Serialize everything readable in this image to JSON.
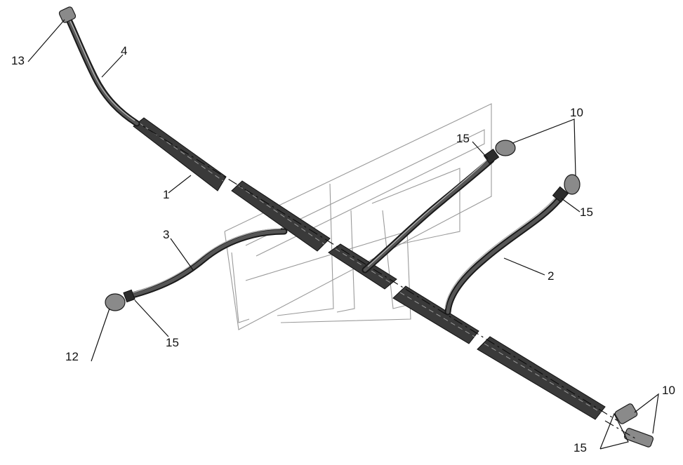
{
  "diagram": {
    "callouts": [
      {
        "id": "13",
        "label": "13"
      },
      {
        "id": "4",
        "label": "4"
      },
      {
        "id": "1",
        "label": "1"
      },
      {
        "id": "3",
        "label": "3"
      },
      {
        "id": "12",
        "label": "12"
      },
      {
        "id": "15a",
        "label": "15"
      },
      {
        "id": "15b",
        "label": "15"
      },
      {
        "id": "10a",
        "label": "10"
      },
      {
        "id": "15c",
        "label": "15"
      },
      {
        "id": "2",
        "label": "2"
      },
      {
        "id": "10b",
        "label": "10"
      },
      {
        "id": "15d",
        "label": "15"
      }
    ]
  }
}
